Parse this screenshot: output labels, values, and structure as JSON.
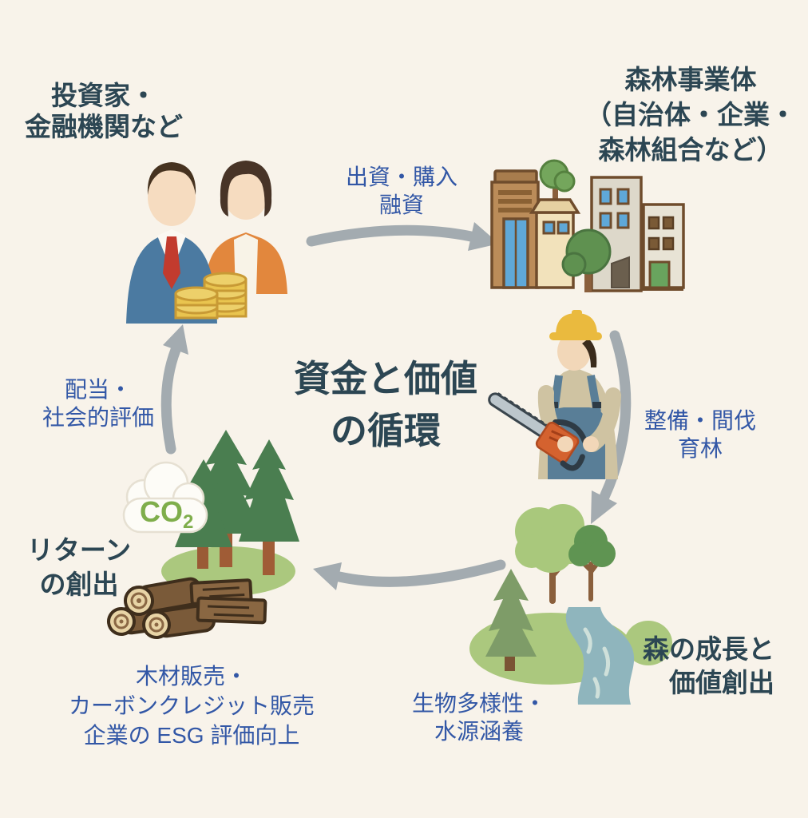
{
  "title": {
    "line1": "資金と価値",
    "line2": "の循環"
  },
  "nodes": {
    "investors": {
      "line1": "投資家・",
      "line2": "金融機関など"
    },
    "forest_entity": {
      "line1": "森林事業体",
      "line2": "（自治体・企業・",
      "line3": "森林組合など）"
    },
    "forest_growth": {
      "line1": "森の成長と",
      "line2": "価値創出"
    },
    "returns": {
      "line1": "リターン",
      "line2": "の創出"
    }
  },
  "flows": {
    "invest": {
      "line1": "出資・購入",
      "line2": "融資"
    },
    "maintain": {
      "line1": "整備・間伐",
      "line2": "育林"
    },
    "biodiversity": {
      "line1": "生物多様性・",
      "line2": "水源涵養"
    },
    "returns_detail": {
      "line1": "木材販売・",
      "line2": "カーボンクレジット販売",
      "line3": "企業の ESG 評価向上"
    },
    "dividend": {
      "line1": "配当・",
      "line2": "社会的評価"
    }
  },
  "co2": {
    "text": "CO",
    "sub": "2"
  },
  "colors": {
    "background": "#f8f3ea",
    "dark_text": "#2c4653",
    "blue_text": "#3257a6",
    "arrow_gray": "#a3abb0",
    "co2_green": "#7fae4b"
  },
  "illustrations": {
    "investors": "investor-pair-with-coins",
    "forest_entity": "town-buildings-with-trees",
    "worker": "forestry-worker-with-chainsaw",
    "forest_growth": "forest-with-river",
    "returns": "conifer-forest-co2-logs-planks"
  }
}
